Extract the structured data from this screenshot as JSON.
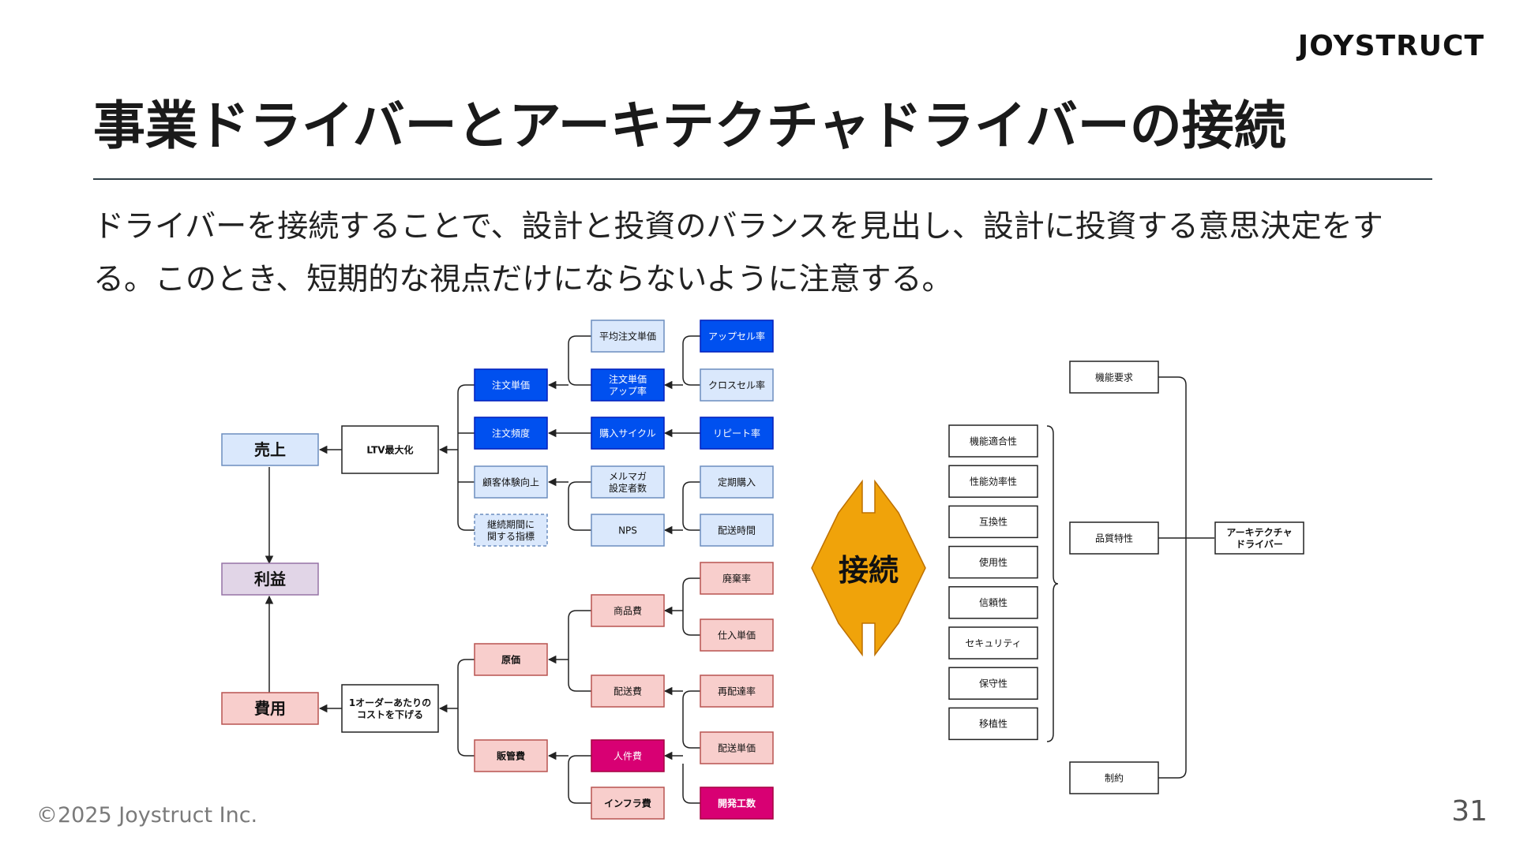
{
  "brand": {
    "logo_text": "JOYSTRUCT"
  },
  "title": "事業ドライバーとアーキテクチャドライバーの接続",
  "description": "ドライバーを接続することで、設計と投資のバランスを見出し、設計に投資する意思決定をする。このとき、短期的な視点だけにならないように注意する。",
  "footer": {
    "copyright": "©2025 Joystruct Inc.",
    "page_number": "31"
  },
  "colors": {
    "light_blue": "#dae8fc",
    "blue_border": "#6c8ebf",
    "strong_blue": "#0050ef",
    "strong_blue_border": "#001dbc",
    "light_red": "#f8cecc",
    "red_border": "#b85450",
    "magenta": "#d80073",
    "magenta_border": "#a50040",
    "light_purple": "#e1d5e7",
    "purple_border": "#9673a6",
    "connector_orange": "#f0a30a",
    "connector_border": "#bd7000"
  },
  "business_drivers": {
    "sales": "売上",
    "profit": "利益",
    "cost": "費用",
    "ltv": "LTV最大化",
    "cost_per_order": [
      "1オーダーあたりの",
      "コストを下げる"
    ],
    "order_price": "注文単価",
    "order_frequency": "注文頻度",
    "cx_improvement": "顧客体験向上",
    "retention_metric": [
      "継続期間に",
      "関する指標"
    ],
    "avg_order_price": "平均注文単価",
    "order_price_uprate": [
      "注文単価",
      "アップ率"
    ],
    "purchase_cycle": "購入サイクル",
    "newsletter_subscribers": [
      "メルマガ",
      "設定者数"
    ],
    "nps": "NPS",
    "upsell_rate": "アップセル率",
    "cross_sell_rate": "クロスセル率",
    "repeat_rate": "リピート率",
    "subscription": "定期購入",
    "delivery_time": "配送時間",
    "cogs": "原価",
    "sga": "販管費",
    "product_cost": "商品費",
    "shipping_cost": "配送費",
    "personnel_cost": "人件費",
    "infra_cost": "インフラ費",
    "disposal_rate": "廃棄率",
    "purchase_unit_price": "仕入単価",
    "redelivery_rate": "再配達率",
    "delivery_unit_price": "配送単価",
    "dev_effort": "開発工数"
  },
  "connector": {
    "label": "接続"
  },
  "architecture_drivers": {
    "root": [
      "アーキテクチャ",
      "ドライバー"
    ],
    "functional_requirements": "機能要求",
    "quality_attributes": "品質特性",
    "constraints": "制約",
    "qualities": [
      "機能適合性",
      "性能効率性",
      "互換性",
      "使用性",
      "信頼性",
      "セキュリティ",
      "保守性",
      "移植性"
    ]
  }
}
